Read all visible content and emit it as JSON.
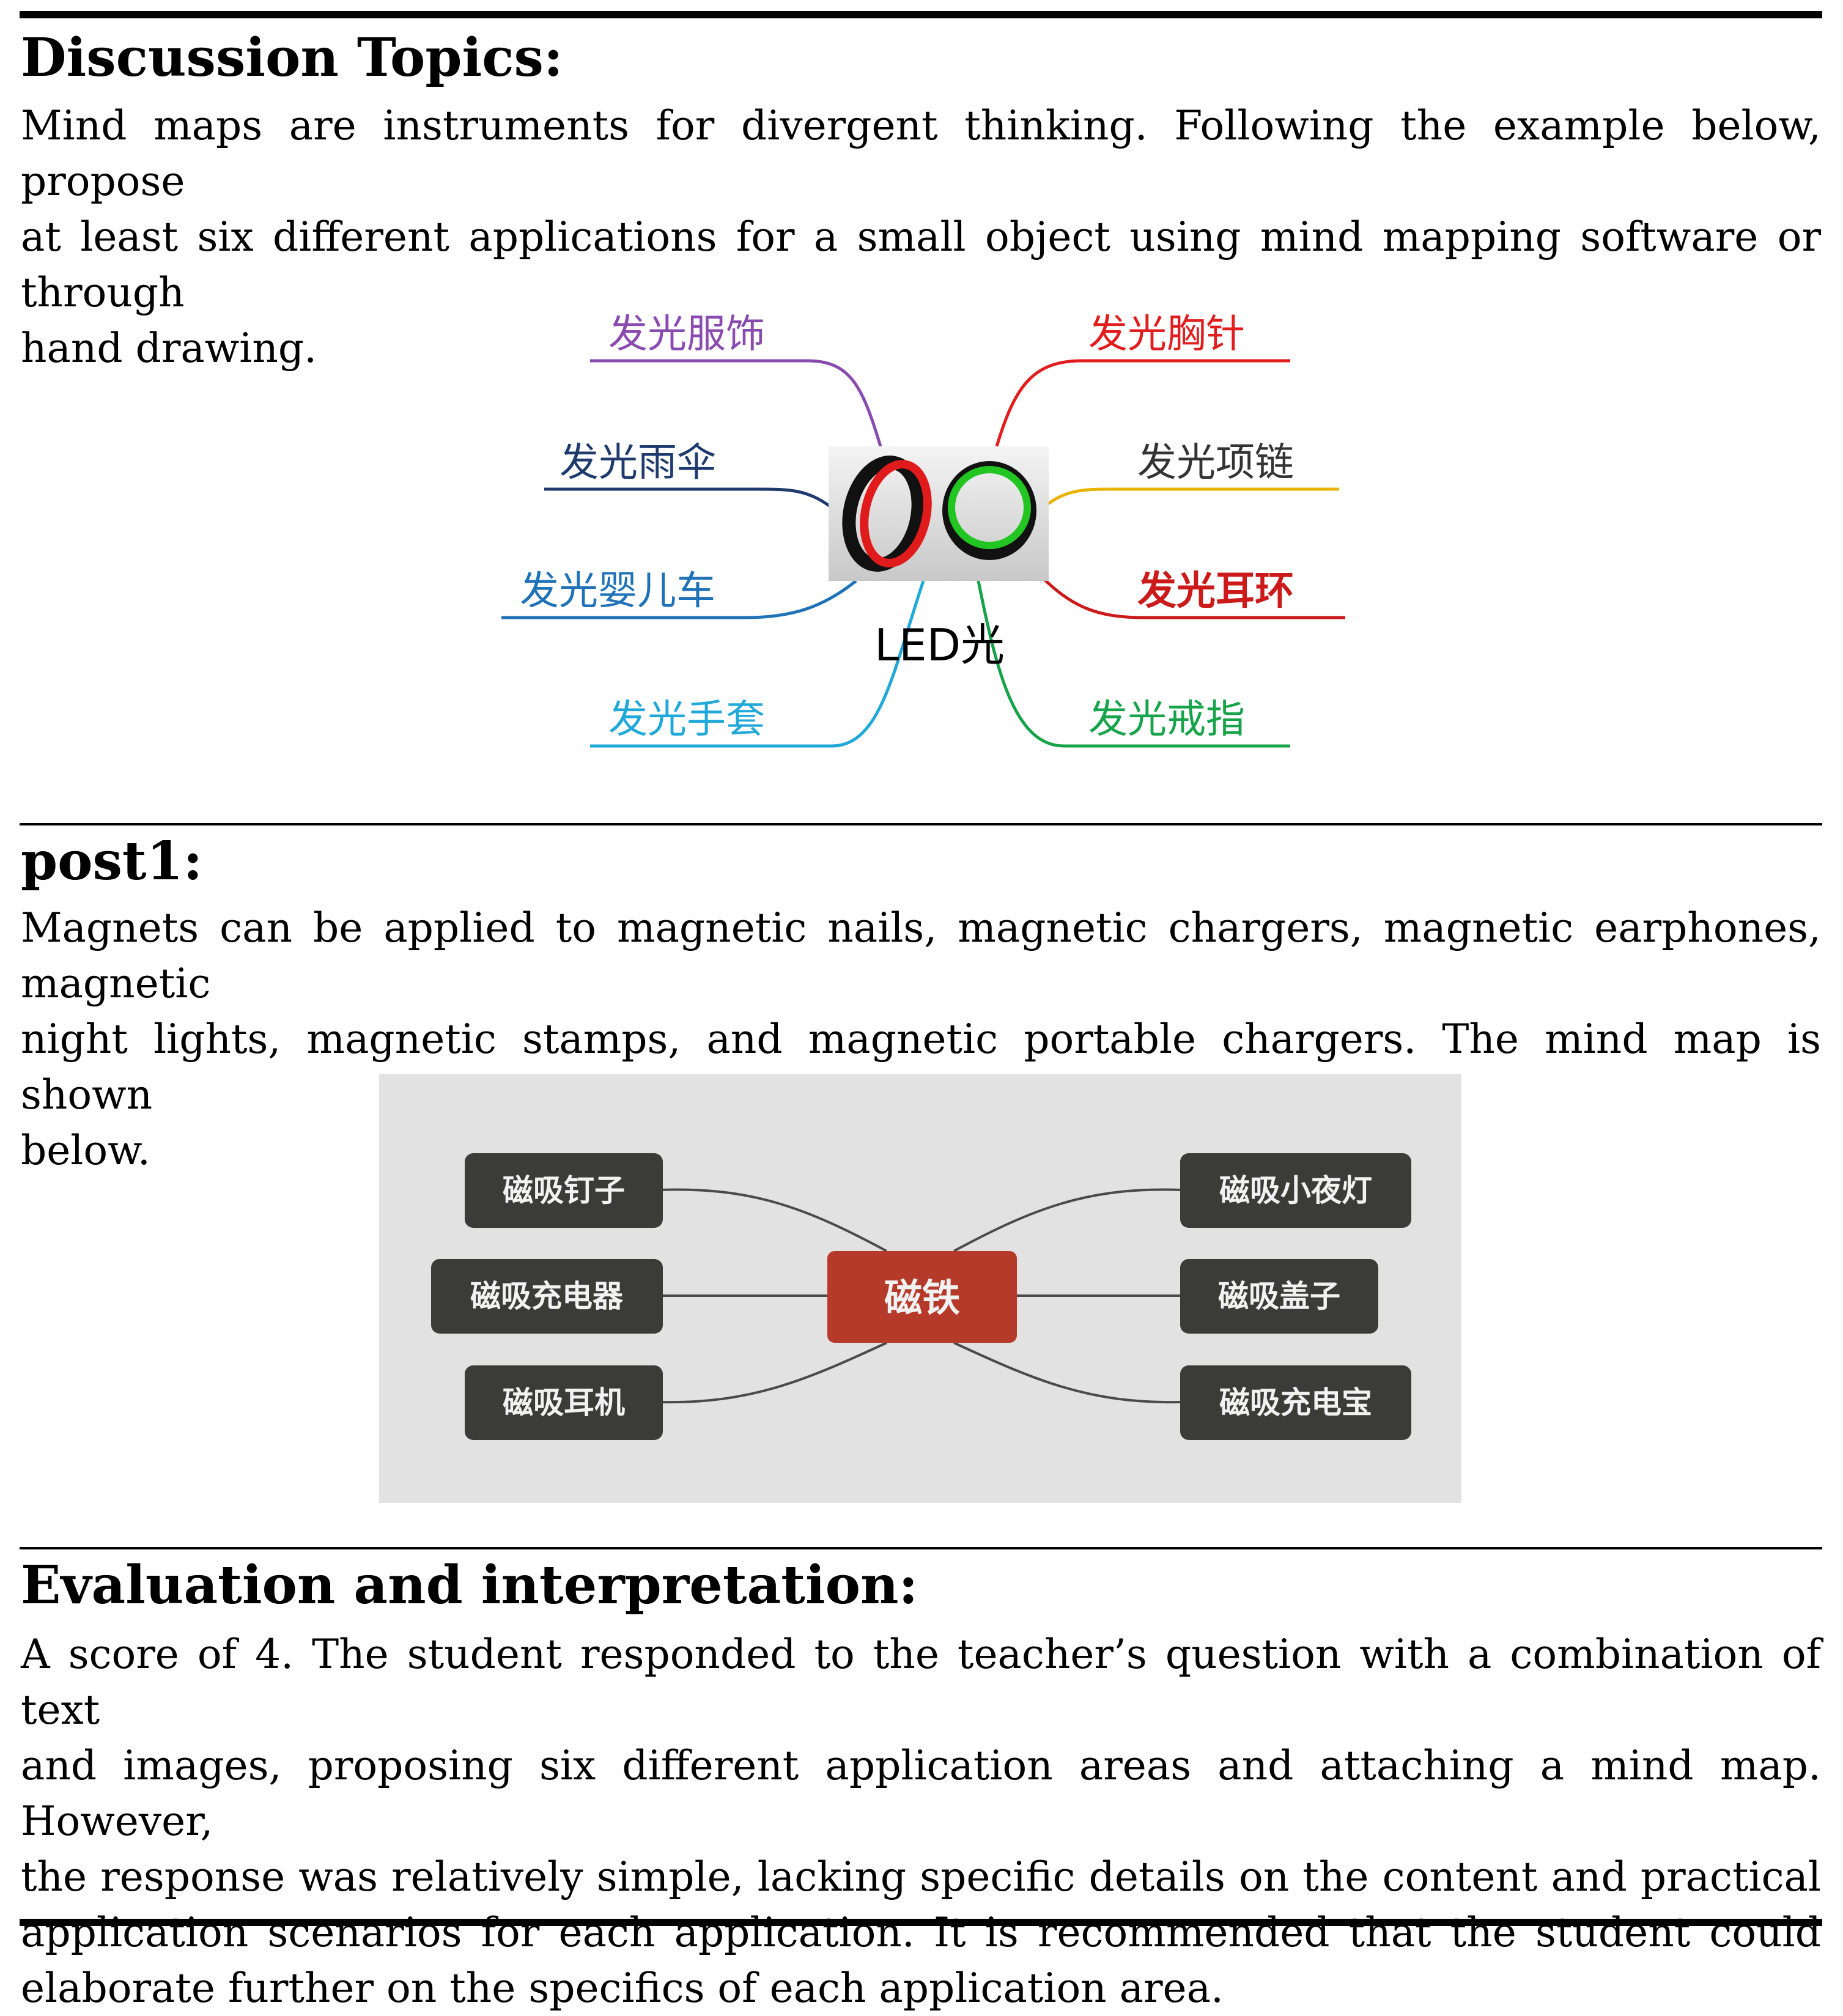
{
  "discussion": {
    "heading": "Discussion Topics:",
    "lines": [
      "Mind maps are instruments for divergent thinking. Following the example below, propose",
      "at least six different applications for a small object using mind mapping software or through",
      "hand drawing."
    ],
    "mindmap": {
      "center": "LED光",
      "branches": [
        {
          "label": "发光服饰",
          "color": "#8a4bb0"
        },
        {
          "label": "发光雨伞",
          "color": "#1f3b6e"
        },
        {
          "label": "发光婴儿车",
          "color": "#1f72b8"
        },
        {
          "label": "发光手套",
          "color": "#20a9d8"
        },
        {
          "label": "发光胸针",
          "color": "#e11d1d"
        },
        {
          "label": "发光项链",
          "color": "#e8b400"
        },
        {
          "label": "发光耳环",
          "color": "#cc1a1a"
        },
        {
          "label": "发光戒指",
          "color": "#16a34a"
        }
      ]
    }
  },
  "post": {
    "heading": "post1:",
    "lines": [
      "Magnets can be applied to magnetic nails, magnetic chargers, magnetic earphones, magnetic",
      "night lights, magnetic stamps, and magnetic portable chargers. The mind map is shown",
      "below."
    ],
    "mindmap": {
      "center": "磁铁",
      "left": [
        "磁吸钉子",
        "磁吸充电器",
        "磁吸耳机"
      ],
      "right": [
        "磁吸小夜灯",
        "磁吸盖子",
        "磁吸充电宝"
      ],
      "center_color": "#b53a2a",
      "node_color": "#3b3b37",
      "background_color": "#e2e2e2"
    }
  },
  "evaluation": {
    "heading": "Evaluation and interpretation:",
    "lines": [
      "A score of 4. The student responded to the teacher’s question with a combination of text",
      "and images, proposing six different application areas and attaching a mind map. However,",
      "the response was relatively simple, lacking specific details on the content and practical",
      "application scenarios for each application. It is recommended that the student could",
      "elaborate further on the specifics of each application area."
    ]
  }
}
